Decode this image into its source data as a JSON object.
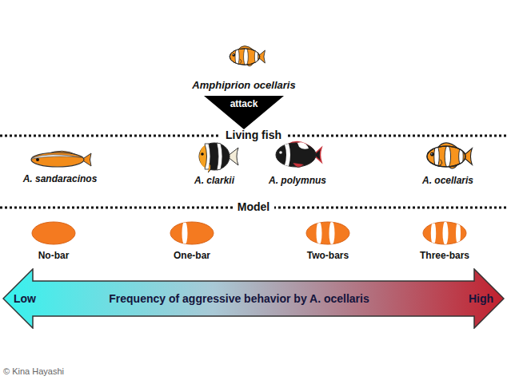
{
  "diagram": {
    "nodes": [
      {
        "text": [
          "attack"
        ]
      },
      {
        "text": [
          "Low",
          "Frequency of aggressive behavior by A. ocellaris",
          "High"
        ]
      }
    ],
    "labels": [
      "Amphiprion ocellaris",
      "Living fish",
      "A. sandaracinos",
      "A. clarkii",
      "A. polymnus",
      "A. ocellaris",
      "Model",
      "No-bar",
      "One-bar",
      "Two-bars",
      "Three-bars",
      "© Kina Hayashi"
    ]
  }
}
